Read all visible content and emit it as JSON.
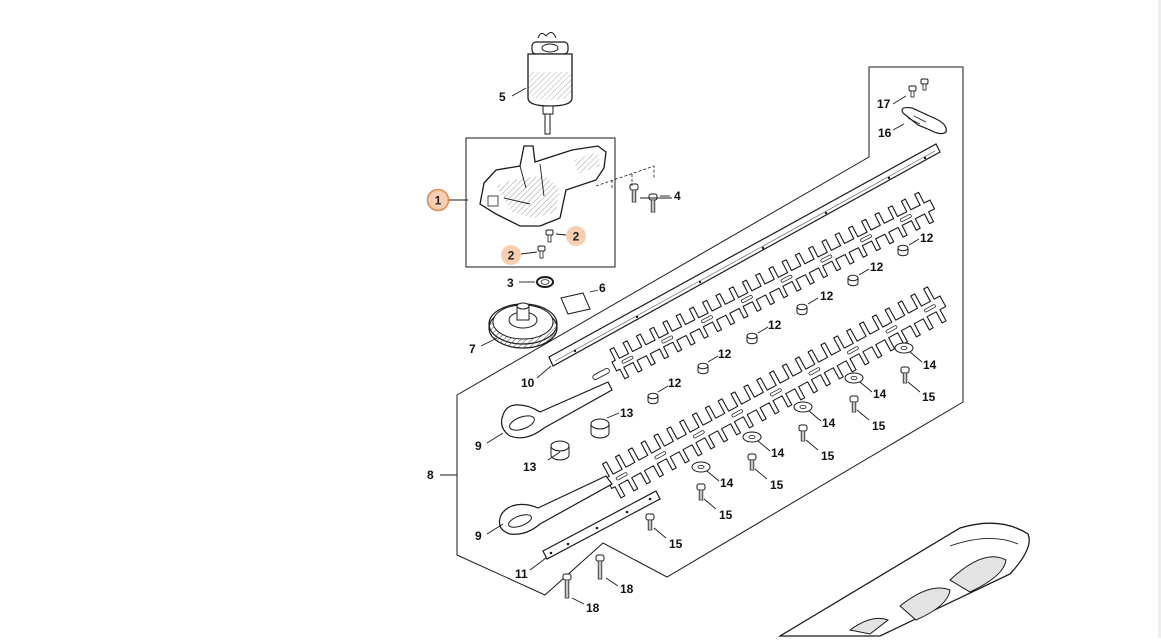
{
  "colors": {
    "line": "#1a1a1a",
    "highlight_fill": "#f7cfb0",
    "highlight_ring": "#e38a4e",
    "highlight_text": "#222222",
    "shade": "#9a9a9a",
    "shroud": "#d9d9d9"
  },
  "callouts": {
    "c1": "1",
    "c2a": "2",
    "c2b": "2",
    "c3": "3",
    "c4": "4",
    "c5": "5",
    "c6": "6",
    "c7": "7",
    "c8": "8",
    "c9a": "9",
    "c9b": "9",
    "c10": "10",
    "c11": "11",
    "c12a": "12",
    "c12b": "12",
    "c12c": "12",
    "c12d": "12",
    "c12e": "12",
    "c12f": "12",
    "c13a": "13",
    "c13b": "13",
    "c14a": "14",
    "c14b": "14",
    "c14c": "14",
    "c14d": "14",
    "c14e": "14",
    "c15a": "15",
    "c15b": "15",
    "c15c": "15",
    "c15d": "15",
    "c15e": "15",
    "c15f": "15",
    "c16": "16",
    "c17": "17",
    "c18a": "18",
    "c18b": "18"
  },
  "highlighted_parts": [
    "1",
    "2"
  ],
  "icons": {
    "motor": "electric-motor-icon",
    "gearbox": "gearbox-housing-icon",
    "gear": "spur-gear-icon",
    "blade": "cutter-blade-icon",
    "screw": "screw-icon",
    "washer": "washer-icon",
    "spacer": "spacer-bushing-icon",
    "shroud": "blade-guard-icon"
  }
}
